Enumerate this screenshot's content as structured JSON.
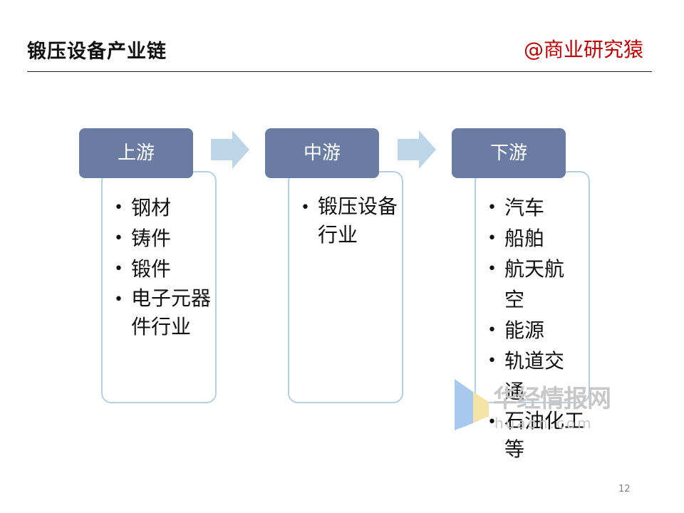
{
  "header": {
    "title": "锻压设备产业链",
    "brand": "@商业研究猿"
  },
  "stages": [
    {
      "label": "上游",
      "items": [
        "钢材",
        "铸件",
        "锻件",
        "电子元器件行业"
      ]
    },
    {
      "label": "中游",
      "items": [
        "锻压设备行业"
      ]
    },
    {
      "label": "下游",
      "items": [
        "汽车",
        "船舶",
        "航天航空",
        "能源",
        "轨道交通",
        "石油化工等"
      ]
    }
  ],
  "watermark": {
    "name": "华经情报网",
    "url": "huaon.com"
  },
  "page_number": "12",
  "colors": {
    "stage_fill": "#6b7ca3",
    "box_border": "#b7cfe3",
    "arrow_fill": "#bcd6e8",
    "brand": "#c00000"
  }
}
